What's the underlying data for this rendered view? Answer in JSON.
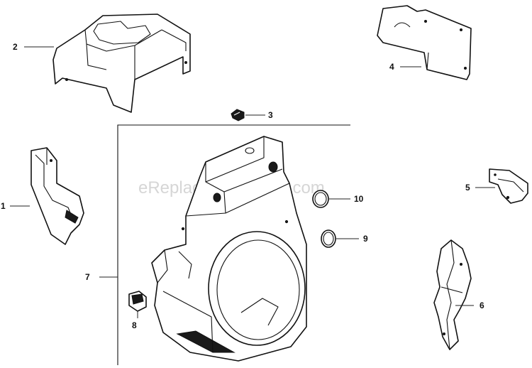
{
  "watermark": "eReplacementParts.com",
  "callouts": {
    "c1": "1",
    "c2": "2",
    "c3": "3",
    "c4": "4",
    "c5": "5",
    "c6": "6",
    "c7": "7",
    "c8": "8",
    "c9": "9",
    "c10": "10"
  }
}
